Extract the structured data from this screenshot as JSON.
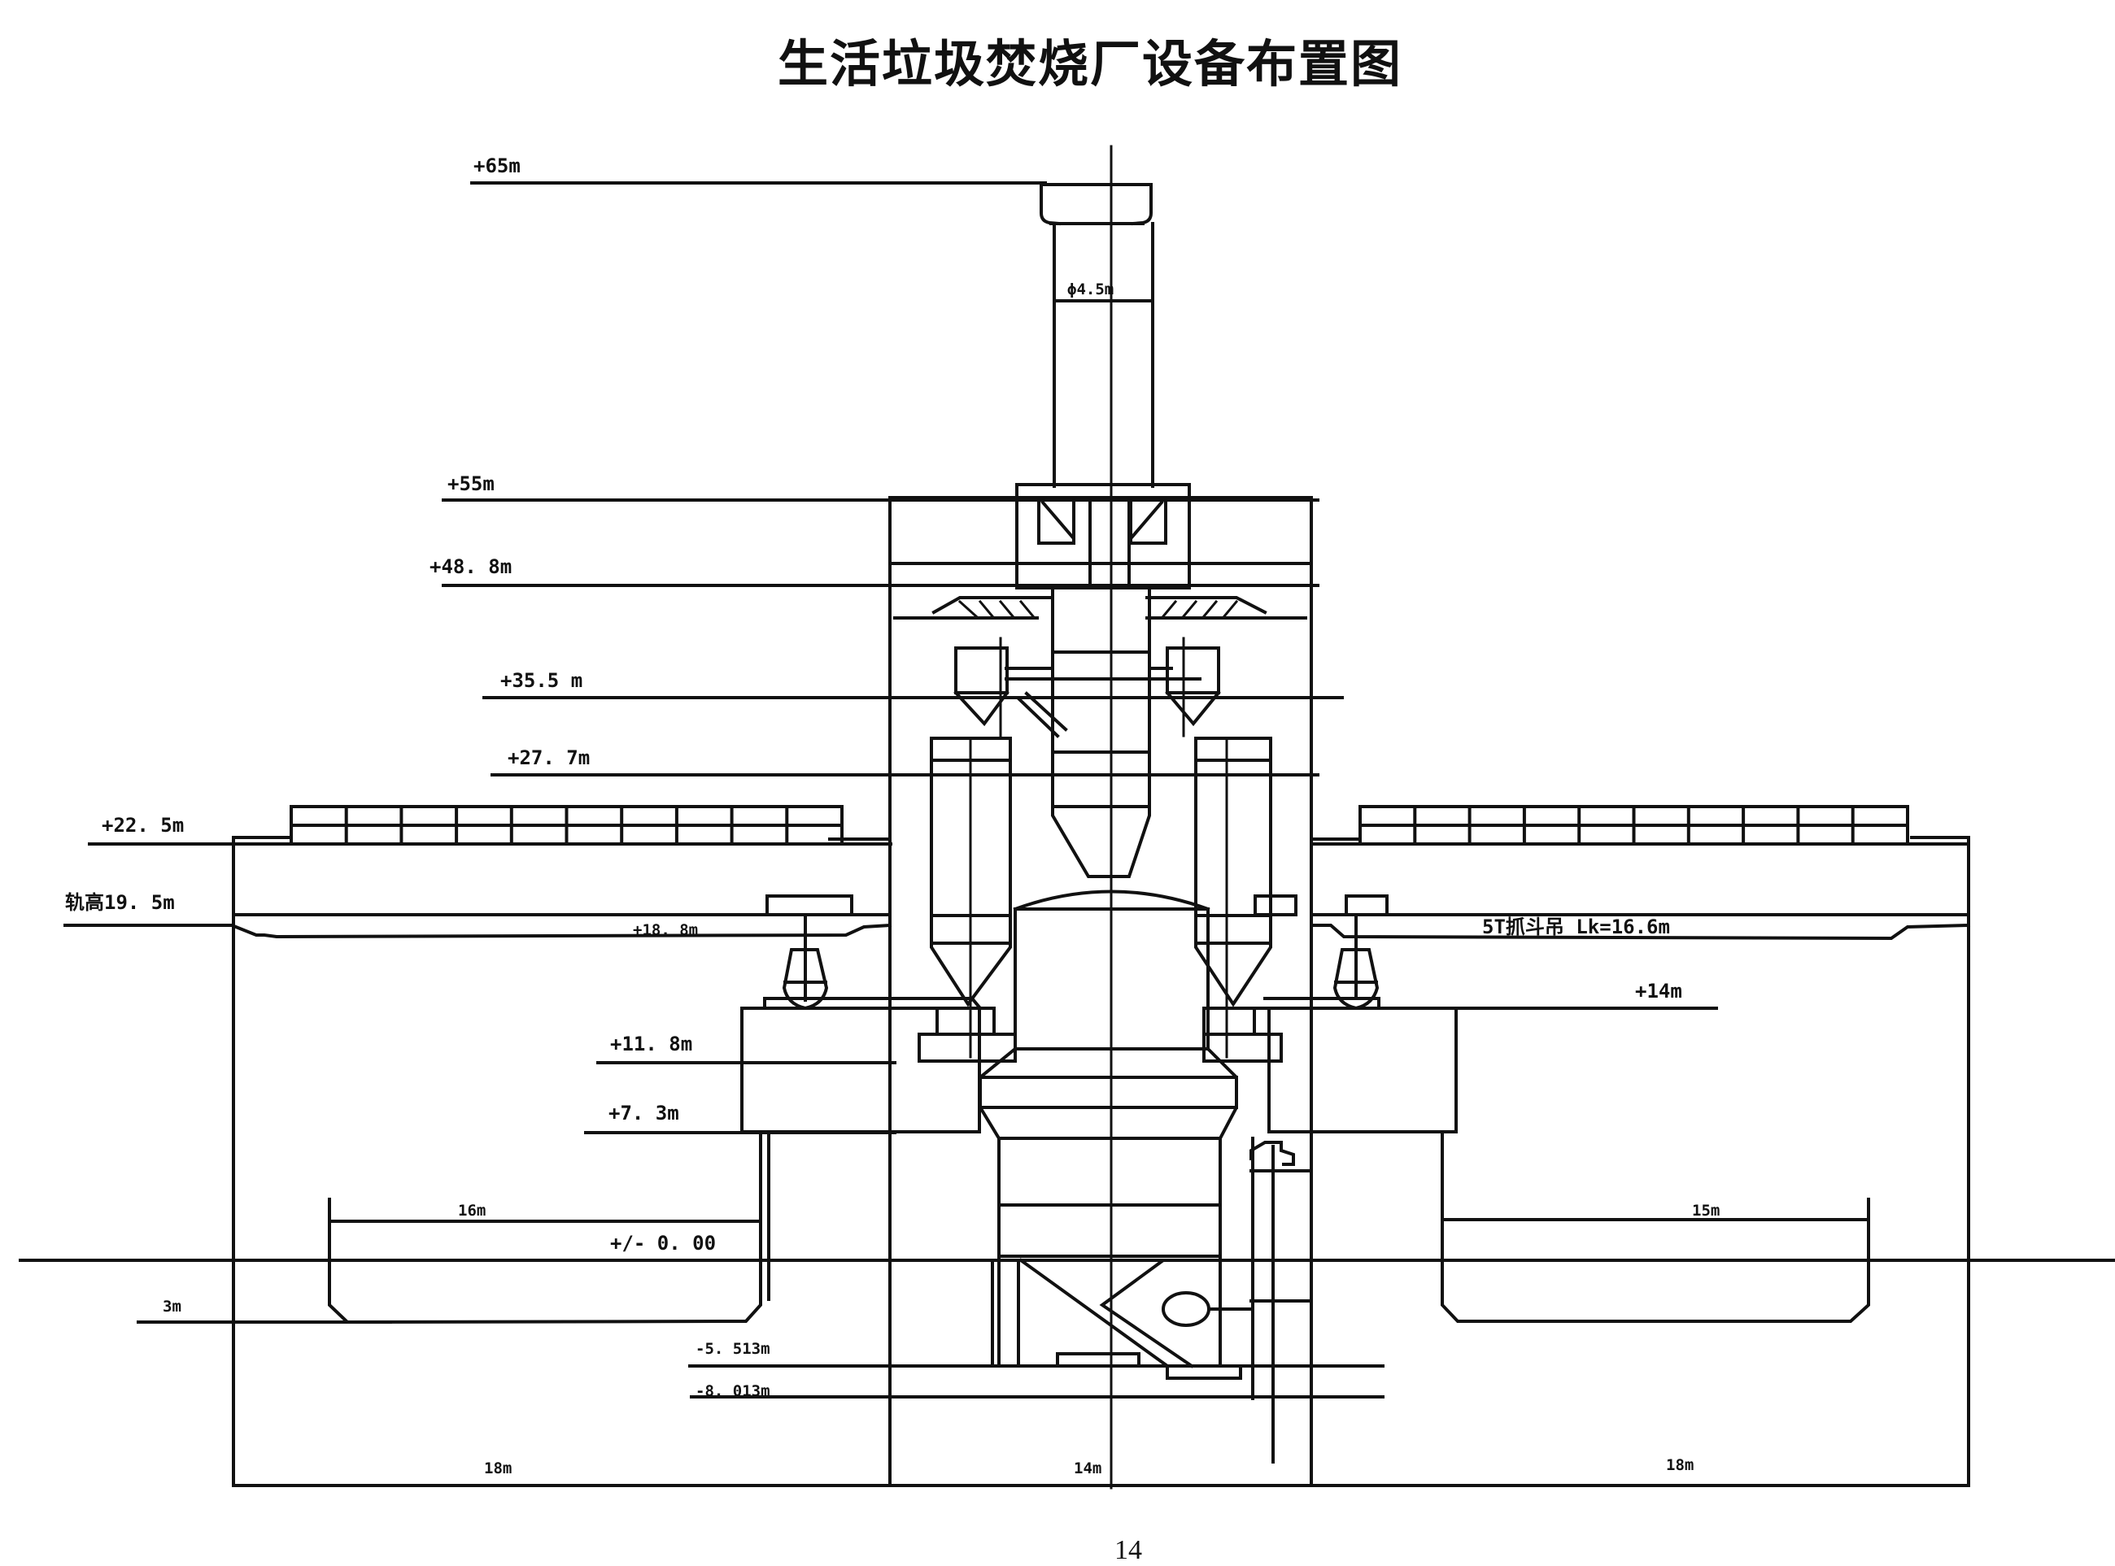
{
  "title": "生活垃圾焚烧厂设备布置图",
  "page_number": "14",
  "elevation_labels": {
    "e65": "+65m",
    "e55": "+55m",
    "e48_8": "+48. 8m",
    "e35_5": "+35.5 m",
    "e27_7": "+27. 7m",
    "e22_5": "+22. 5m",
    "rail_19_5": "轨高19. 5m",
    "e18_8": "+18. 8m",
    "e14": "+14m",
    "e11_8": "+11. 8m",
    "e7_3": "+7. 3m",
    "e0": "+/- 0. 00",
    "em5_513": "-5. 513m",
    "em8_013": "-8. 013m"
  },
  "dimension_labels": {
    "chimney_diameter": "ϕ4.5m",
    "pit_depth": "3m",
    "left_pit_width": "16m",
    "right_pit_width": "15m",
    "left_bay_width": "18m",
    "center_bay_width": "14m",
    "right_bay_width": "18m"
  },
  "equipment_labels": {
    "crane_note": "5T抓斗吊 Lk=16.6m"
  }
}
